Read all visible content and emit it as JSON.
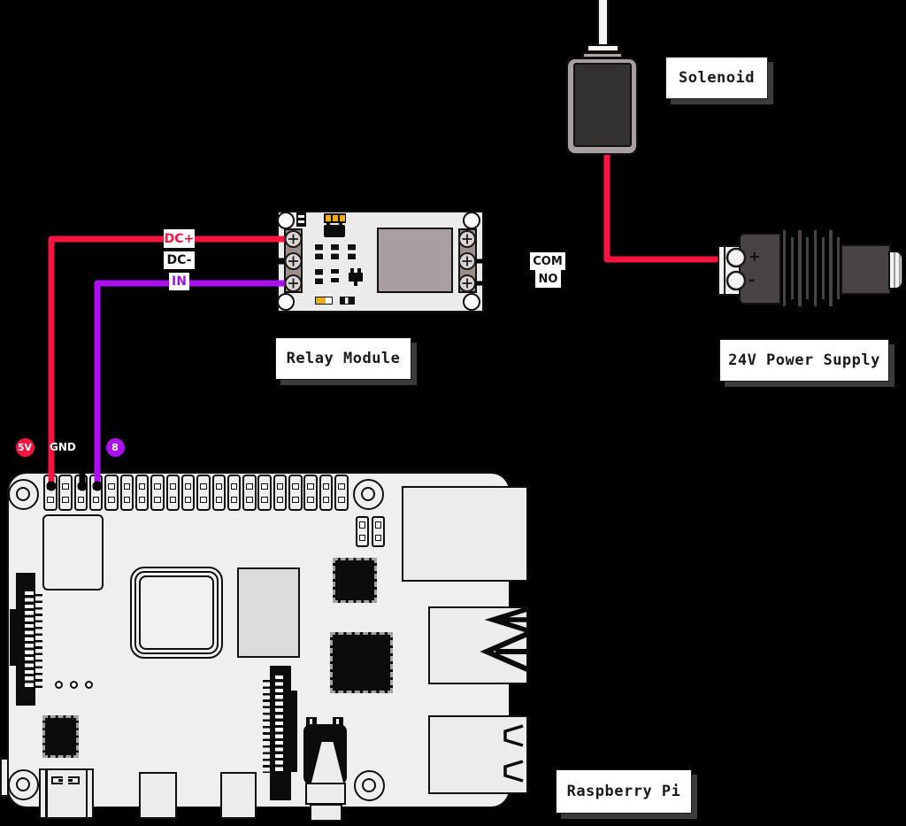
{
  "diagram": {
    "type": "wiring-diagram",
    "background_color": "#000000",
    "relay_module": {
      "label": "Relay Module",
      "left_terminals": [
        "DC+",
        "DC-",
        "IN"
      ],
      "right_terminals": [
        "COM",
        "NO"
      ]
    },
    "solenoid": {
      "label": "Solenoid"
    },
    "power_supply": {
      "label": "24V Power Supply",
      "plus": "+",
      "minus": "-"
    },
    "raspberry_pi": {
      "label": "Raspberry Pi",
      "badges": {
        "pin_5v": "5V",
        "pin_gnd": "GND",
        "pin_8": "8"
      },
      "gpio": {
        "columns": 20,
        "rows": 2,
        "connected_columns": [
          1,
          3,
          4
        ]
      }
    },
    "wire_labels": {
      "dc_plus": "DC+",
      "dc_minus": "DC-",
      "input": "IN",
      "com": "COM",
      "no": "NO"
    },
    "wires": [
      {
        "name": "5v-wire",
        "color": "#f8143f",
        "from": "Raspberry Pi 5V pin",
        "to": "Relay DC+"
      },
      {
        "name": "gnd-wire",
        "color": "#000000",
        "from": "Raspberry Pi GND pin",
        "to": "Relay DC-"
      },
      {
        "name": "gpio8-wire",
        "color": "#ab10f0",
        "from": "Raspberry Pi pin 8",
        "to": "Relay IN"
      },
      {
        "name": "solenoid-wire",
        "color": "#f8143f",
        "from": "Solenoid",
        "to": "Power supply +"
      },
      {
        "name": "com-wire",
        "color": "#000000",
        "from": "Relay COM terminal",
        "to": "COM"
      },
      {
        "name": "no-wire",
        "color": "#000000",
        "from": "Relay NO terminal",
        "to": "NO"
      }
    ],
    "colors": {
      "wire_red": "#f8143f",
      "wire_purple": "#ab10f0",
      "wire_black": "#000000",
      "badge_5v": "#f8143f",
      "badge_8": "#ab10f0",
      "board_fill": "#efefef",
      "relay_pcb_fill": "#ebebeb",
      "terminal_block_fill": "#9b8f8b",
      "relay_body_fill": "#a8a0a0",
      "solenoid_body_fill": "#a8a0a0",
      "power_supply_body_fill": "#474443",
      "label_text": "#1a1a1a"
    }
  }
}
